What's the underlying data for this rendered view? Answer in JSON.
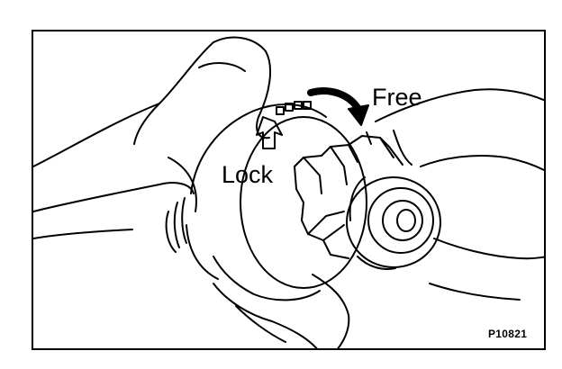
{
  "labels": {
    "free": "Free",
    "lock": "Lock",
    "figure_code": "P10821"
  },
  "colors": {
    "ink": "#000000",
    "paper": "#ffffff"
  },
  "icons": {
    "rotation_arrow": "curved-arrow-icon",
    "lock_arrow": "outline-arrow-icon"
  }
}
